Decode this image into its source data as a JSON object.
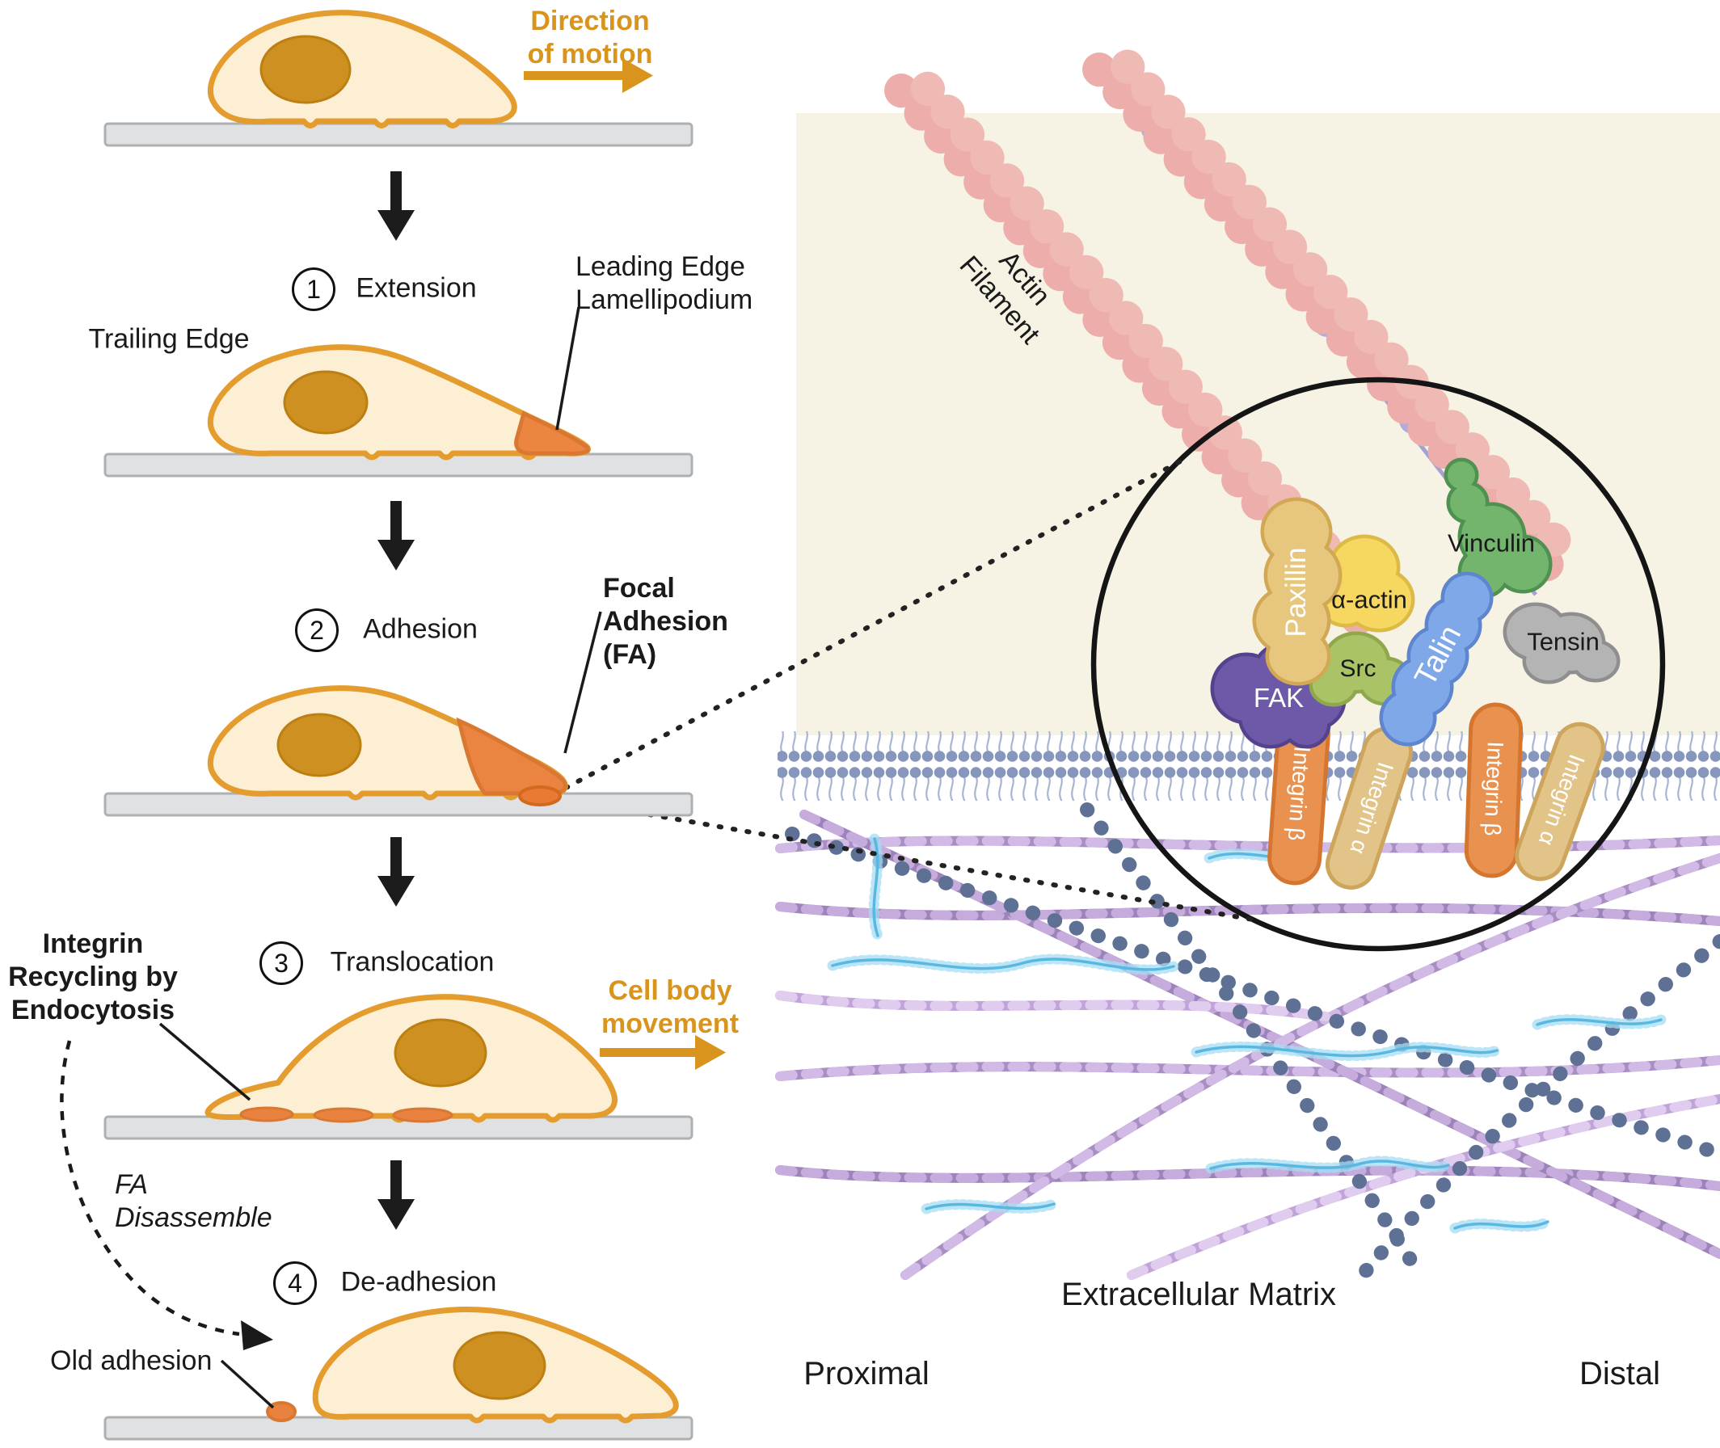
{
  "left": {
    "direction": {
      "line1": "Direction",
      "line2": "of motion"
    },
    "steps": [
      {
        "num": "1",
        "label": "Extension"
      },
      {
        "num": "2",
        "label": "Adhesion"
      },
      {
        "num": "3",
        "label": "Translocation"
      },
      {
        "num": "4",
        "label": "De-adhesion"
      }
    ],
    "trailing_edge": "Trailing Edge",
    "leading_edge": {
      "line1": "Leading Edge",
      "line2": "Lamellipodium"
    },
    "focal_adhesion": {
      "line1": "Focal",
      "line2": "Adhesion",
      "line3": "(FA)"
    },
    "integrin_recycling": {
      "line1": "Integrin",
      "line2": "Recycling by",
      "line3": "Endocytosis"
    },
    "cell_body_movement": {
      "line1": "Cell body",
      "line2": "movement"
    },
    "fa_disassemble": {
      "line1": "FA",
      "line2": "Disassemble"
    },
    "old_adhesion": "Old adhesion"
  },
  "right": {
    "actin_filament": {
      "line1": "Actin",
      "line2": "Filament"
    },
    "proteins": {
      "paxillin": "Paxillin",
      "alpha_actin": "α-actin",
      "vinculin": "Vinculin",
      "talin": "Talin",
      "tensin": "Tensin",
      "src": "Src",
      "fak": "FAK",
      "integrin_beta_left": "Integrin β",
      "integrin_alpha_left": "Integrin α",
      "integrin_beta_right": "Integrin β",
      "integrin_alpha_right": "Integrin α"
    },
    "extracellular_matrix": "Extracellular Matrix",
    "proximal": "Proximal",
    "distal": "Distal"
  },
  "colors": {
    "accent_orange": "#D8941C",
    "cell_fill": "#FCEFD4",
    "cell_stroke": "#E49C2E",
    "nucleus_fill": "#CE9020",
    "leading_edge_fill": "#EA8440",
    "substrate_fill": "#DFE1E3",
    "membrane_blue": "#8796BC",
    "actin_pink": "#EDAEAB",
    "ecm_purple": "#A98EC4",
    "ecm_dark_blue": "#5E7094",
    "ecm_light_blue": "#58B8E2"
  }
}
